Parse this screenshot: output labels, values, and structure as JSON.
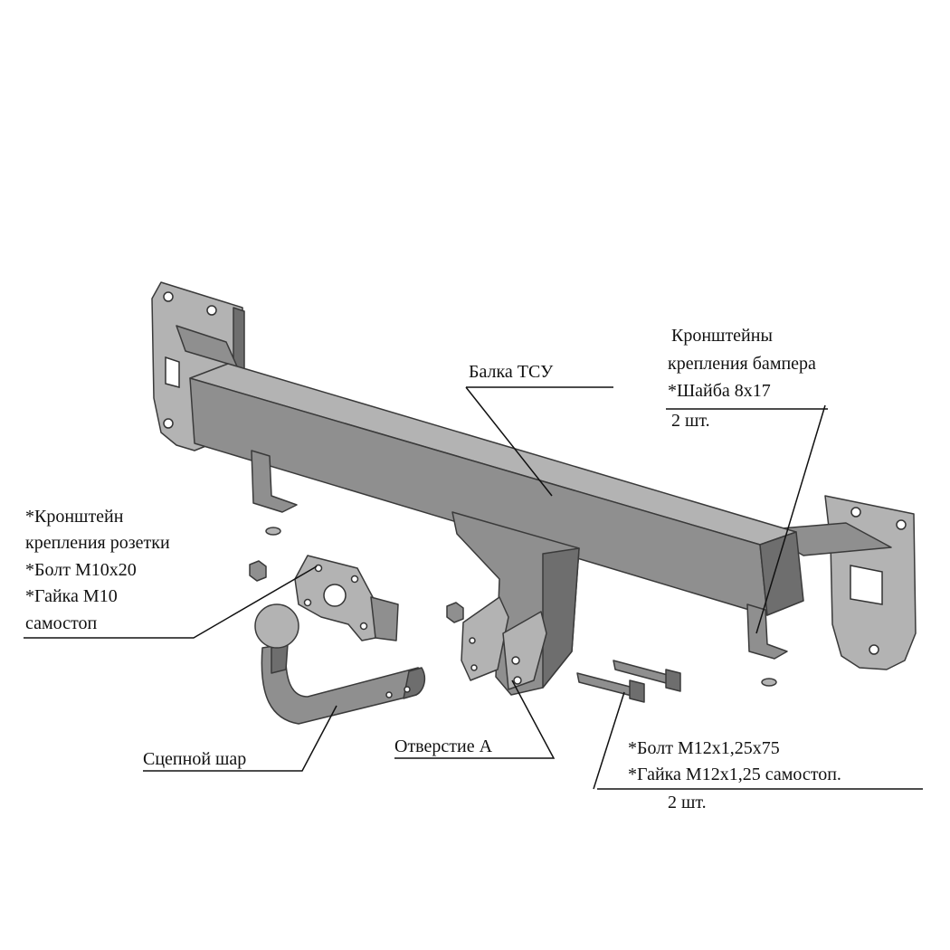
{
  "labels": {
    "beam": "Балка ТСУ",
    "bumper_brackets": [
      "Кронштейны",
      "крепления бампера",
      "*Шайба 8х17",
      "2 шт."
    ],
    "socket_bracket": [
      "*Кронштейн",
      "крепления розетки",
      "*Болт М10х20",
      "*Гайка М10",
      "самостоп"
    ],
    "hitch_ball": "Сцепной шар",
    "hole_a": "Отверстие А",
    "bolts": [
      "*Болт М12х1,25х75",
      "*Гайка М12х1,25   самостоп.",
      "2 шт."
    ]
  },
  "icons": [
    "tow-beam-icon",
    "left-mount-plate-icon",
    "right-mount-plate-icon",
    "hitch-ball-icon",
    "socket-bracket-icon",
    "bolt-icon",
    "nut-icon",
    "washer-icon"
  ],
  "colors": {
    "metal": "#8f8f8f",
    "metal_light": "#b3b3b3",
    "metal_dark": "#6e6e6e",
    "line": "#111111"
  }
}
